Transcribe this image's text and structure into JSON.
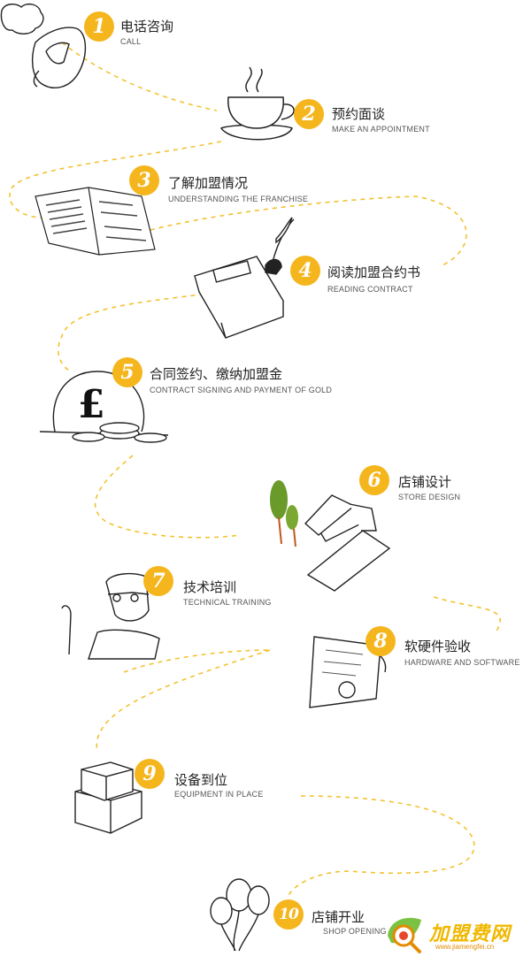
{
  "steps": [
    {
      "num": "1",
      "title": "电话咨询",
      "subtitle": "CALL"
    },
    {
      "num": "2",
      "title": "预约面谈",
      "subtitle": "MAKE AN APPOINTMENT"
    },
    {
      "num": "3",
      "title": "了解加盟情况",
      "subtitle": "UNDERSTANDING THE FRANCHISE"
    },
    {
      "num": "4",
      "title": "阅读加盟合约书",
      "subtitle": "READING CONTRACT"
    },
    {
      "num": "5",
      "title": "合同签约、缴纳加盟金",
      "subtitle": "CONTRACT SIGNING AND PAYMENT OF GOLD"
    },
    {
      "num": "6",
      "title": "店铺设计",
      "subtitle": "STORE DESIGN"
    },
    {
      "num": "7",
      "title": "技术培训",
      "subtitle": "TECHNICAL TRAINING"
    },
    {
      "num": "8",
      "title": "软硬件验收",
      "subtitle": "HARDWARE AND SOFTWARE"
    },
    {
      "num": "9",
      "title": "设备到位",
      "subtitle": "EQUIPMENT IN PLACE"
    },
    {
      "num": "10",
      "title": "店铺开业",
      "subtitle": "SHOP OPENING"
    }
  ],
  "watermark": {
    "brand": "加盟费网",
    "url": "www.jiamengfei.cn"
  },
  "colors": {
    "accent": "#f5b51c",
    "path": "#f2c230",
    "ink": "#222222"
  },
  "icons": [
    "phone-icon",
    "coffee-cup-icon",
    "newspaper-icon",
    "book-quill-icon",
    "pound-coins-icon",
    "house-icon",
    "trainer-icon",
    "certificate-icon",
    "boxes-icon",
    "balloons-icon"
  ]
}
